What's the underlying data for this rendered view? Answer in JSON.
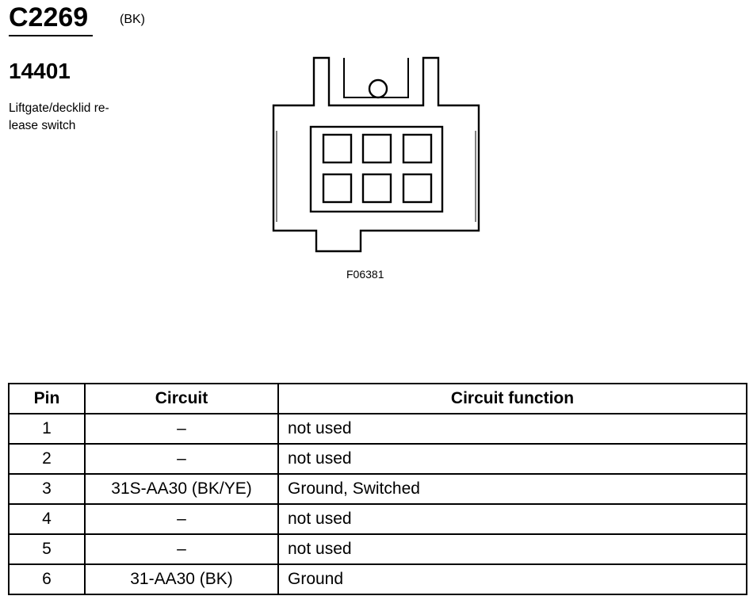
{
  "connector": {
    "id": "C2269",
    "color_code": "(BK)",
    "part_number": "14401",
    "component_line1": "Liftgate/decklid re-",
    "component_line2": "lease switch",
    "figure_id": "F06381"
  },
  "table": {
    "headers": {
      "pin": "Pin",
      "circuit": "Circuit",
      "function": "Circuit function"
    },
    "rows": [
      {
        "pin": "1",
        "circuit": "–",
        "function": "not used"
      },
      {
        "pin": "2",
        "circuit": "–",
        "function": "not used"
      },
      {
        "pin": "3",
        "circuit": "31S-AA30 (BK/YE)",
        "function": "Ground, Switched"
      },
      {
        "pin": "4",
        "circuit": "–",
        "function": "not used"
      },
      {
        "pin": "5",
        "circuit": "–",
        "function": "not used"
      },
      {
        "pin": "6",
        "circuit": "31-AA30 (BK)",
        "function": "Ground"
      }
    ]
  }
}
